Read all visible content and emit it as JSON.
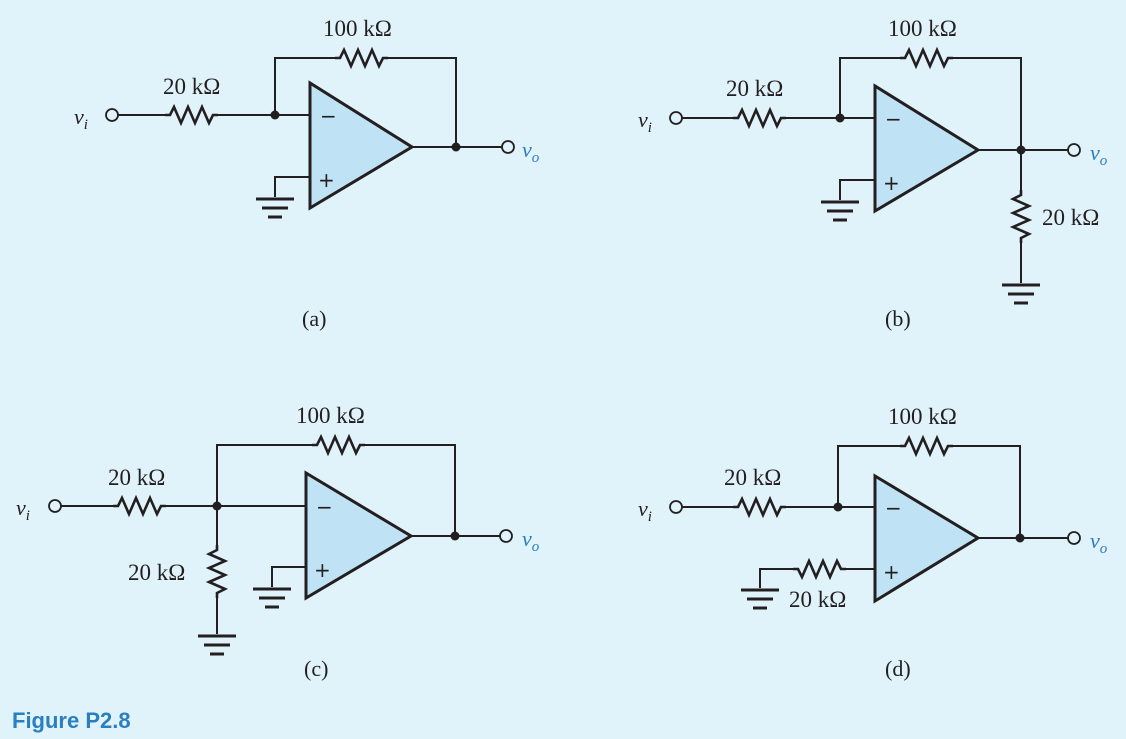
{
  "figure_label": "Figure P2.8",
  "circuits": [
    {
      "caption": "(a)",
      "feedback_resistor": "100 kΩ",
      "input_resistor": "20 kΩ",
      "input": "v",
      "input_sub": "i",
      "output": "v",
      "output_sub": "o",
      "inverting_sign": "−",
      "noninverting_sign": "+"
    },
    {
      "caption": "(b)",
      "feedback_resistor": "100 kΩ",
      "input_resistor": "20 kΩ",
      "load_resistor": "20 kΩ",
      "input": "v",
      "input_sub": "i",
      "output": "v",
      "output_sub": "o",
      "inverting_sign": "−",
      "noninverting_sign": "+"
    },
    {
      "caption": "(c)",
      "feedback_resistor": "100 kΩ",
      "input_resistor": "20 kΩ",
      "shunt_resistor": "20 kΩ",
      "input": "v",
      "input_sub": "i",
      "output": "v",
      "output_sub": "o",
      "inverting_sign": "−",
      "noninverting_sign": "+"
    },
    {
      "caption": "(d)",
      "feedback_resistor": "100 kΩ",
      "input_resistor": "20 kΩ",
      "noninverting_resistor": "20 kΩ",
      "input": "v",
      "input_sub": "i",
      "output": "v",
      "output_sub": "o",
      "inverting_sign": "−",
      "noninverting_sign": "+"
    }
  ],
  "colors": {
    "background": "#e0f2fa",
    "opamp_fill": "#bfe3f5",
    "accent": "#2a7fc0",
    "ink": "#231f20"
  }
}
